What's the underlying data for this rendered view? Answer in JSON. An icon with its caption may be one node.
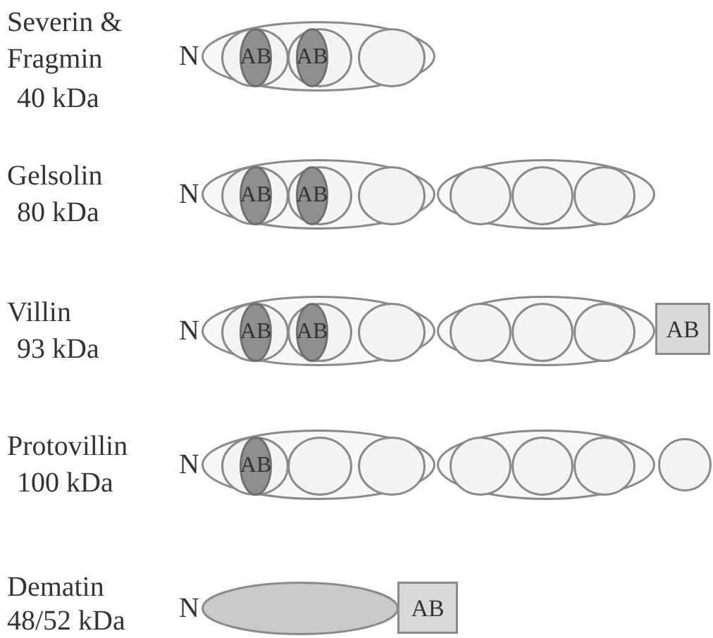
{
  "diagram": {
    "nodes": [
      {
        "text": [],
        "shape": "ellipse"
      },
      {
        "text": [],
        "shape": "ellipse",
        "in": 0
      },
      {
        "text": [
          "AB"
        ],
        "in": 1
      },
      {
        "text": [],
        "shape": "ellipse",
        "in": 0
      },
      {
        "text": [
          "AB"
        ],
        "in": 3
      },
      {
        "text": [],
        "shape": "ellipse",
        "in": 0
      },
      {
        "text": [],
        "shape": "ellipse"
      },
      {
        "text": [],
        "shape": "ellipse",
        "in": 6
      },
      {
        "text": [
          "AB"
        ],
        "in": 7
      },
      {
        "text": [],
        "shape": "ellipse",
        "in": 6
      },
      {
        "text": [
          "AB"
        ],
        "in": 9
      },
      {
        "text": [],
        "shape": "ellipse",
        "in": 6
      },
      {
        "text": [],
        "shape": "ellipse"
      },
      {
        "text": [],
        "shape": "ellipse",
        "in": 12
      },
      {
        "text": [],
        "shape": "ellipse",
        "in": 12
      },
      {
        "text": [],
        "shape": "ellipse",
        "in": 12
      },
      {
        "text": [],
        "shape": "ellipse"
      },
      {
        "text": [],
        "shape": "ellipse",
        "in": 16
      },
      {
        "text": [
          "AB"
        ],
        "in": 17
      },
      {
        "text": [],
        "shape": "ellipse",
        "in": 16
      },
      {
        "text": [
          "AB"
        ],
        "in": 19
      },
      {
        "text": [],
        "shape": "ellipse",
        "in": 16
      },
      {
        "text": [],
        "shape": "ellipse"
      },
      {
        "text": [],
        "shape": "ellipse",
        "in": 22
      },
      {
        "text": [],
        "shape": "ellipse",
        "in": 22
      },
      {
        "text": [],
        "shape": "ellipse",
        "in": 22
      },
      {
        "text": [
          "AB"
        ]
      },
      {
        "text": [],
        "shape": "ellipse"
      },
      {
        "text": [],
        "shape": "ellipse",
        "in": 27
      },
      {
        "text": [
          "AB"
        ],
        "in": 28
      },
      {
        "text": [],
        "shape": "ellipse",
        "in": 27
      },
      {
        "text": [],
        "shape": "ellipse",
        "in": 27
      },
      {
        "text": [],
        "shape": "ellipse"
      },
      {
        "text": [],
        "shape": "ellipse",
        "in": 32
      },
      {
        "text": [],
        "shape": "ellipse",
        "in": 32
      },
      {
        "text": [],
        "shape": "ellipse",
        "in": 32
      },
      {
        "text": [],
        "shape": "circle"
      },
      {
        "text": [],
        "shape": "ellipse"
      },
      {
        "text": [
          "AB"
        ]
      }
    ],
    "labels": [
      "Severin & Fragmin",
      "40 kDa",
      "N",
      "Gelsolin",
      "80 kDa",
      "N",
      "Villin",
      "93 kDa",
      "N",
      "Protovillin",
      "100 kDa",
      "N",
      "Dematin",
      "48/52 kDa",
      "N"
    ]
  }
}
